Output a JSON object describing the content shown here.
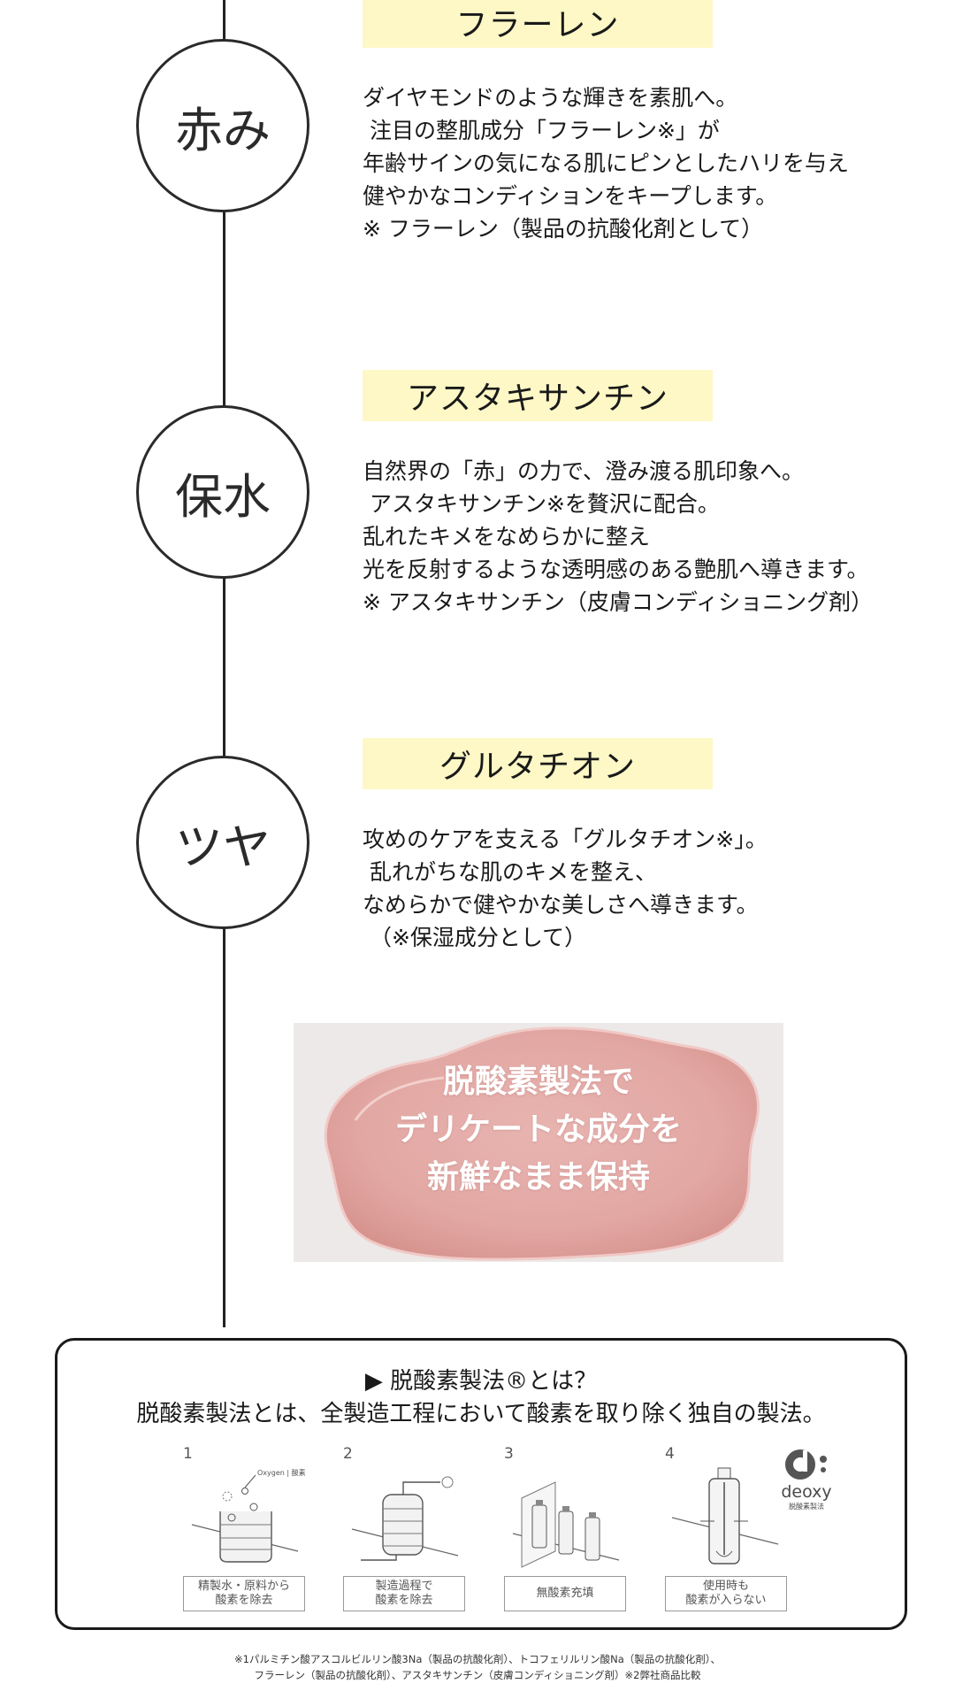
{
  "sections": [
    {
      "circle_label": "赤み",
      "title": "フラーレン",
      "lines": [
        "ダイヤモンドのような輝きを素肌へ。",
        " 注目の整肌成分「フラーレン※」が",
        "年齢サインの気になる肌にピンとしたハリを与え",
        "健やかなコンディションをキープします。",
        "※ フラーレン（製品の抗酸化剤として）"
      ]
    },
    {
      "circle_label": "保水",
      "title": "アスタキサンチン",
      "lines": [
        "自然界の「赤」の力で、澄み渡る肌印象へ。",
        " アスタキサンチン※を贅沢に配合。",
        "乱れたキメをなめらかに整え",
        "光を反射するような透明感のある艶肌へ導きます。",
        "※ アスタキサンチン（皮膚コンディショニング剤）"
      ]
    },
    {
      "circle_label": "ツヤ",
      "title": "グルタチオン",
      "lines": [
        "攻めのケアを支える「グルタチオン※」。",
        " 乱れがちな肌のキメを整え、",
        "なめらかで健やかな美しさへ導きます。",
        " （※保湿成分として）"
      ]
    }
  ],
  "photo_text": [
    "脱酸素製法で",
    "デリケートな成分を",
    "新鮮なまま保持"
  ],
  "info": {
    "heading": "▶ 脱酸素製法®とは？",
    "subheading": "脱酸素製法とは、全製造工程において酸素を取り除く独自の製法。",
    "steps": [
      {
        "num": "1",
        "label_lines": [
          "精製水・原料から",
          "酸素を除去"
        ],
        "icon_text": "Oxygen | 酸素"
      },
      {
        "num": "2",
        "label_lines": [
          "製造過程で",
          "酸素を除去"
        ]
      },
      {
        "num": "3",
        "label_lines": [
          "無酸素充填"
        ]
      },
      {
        "num": "4",
        "label_lines": [
          "使用時も",
          "酸素が入らない"
        ]
      }
    ],
    "logo": {
      "word": "deoxy",
      "sub": "脱酸素製法"
    }
  },
  "footnote": [
    "※1パルミチン酸アスコルビルリン酸3Na（製品の抗酸化剤）、トコフェリルリン酸Na（製品の抗酸化剤）、",
    "フラーレン（製品の抗酸化剤）、アスタキサンチン（皮膚コンディショニング剤）※2弊社商品比較"
  ],
  "colors": {
    "title_band": "#fdf8c6",
    "photo_pink": "#e5aeaa",
    "line": "#222222"
  }
}
